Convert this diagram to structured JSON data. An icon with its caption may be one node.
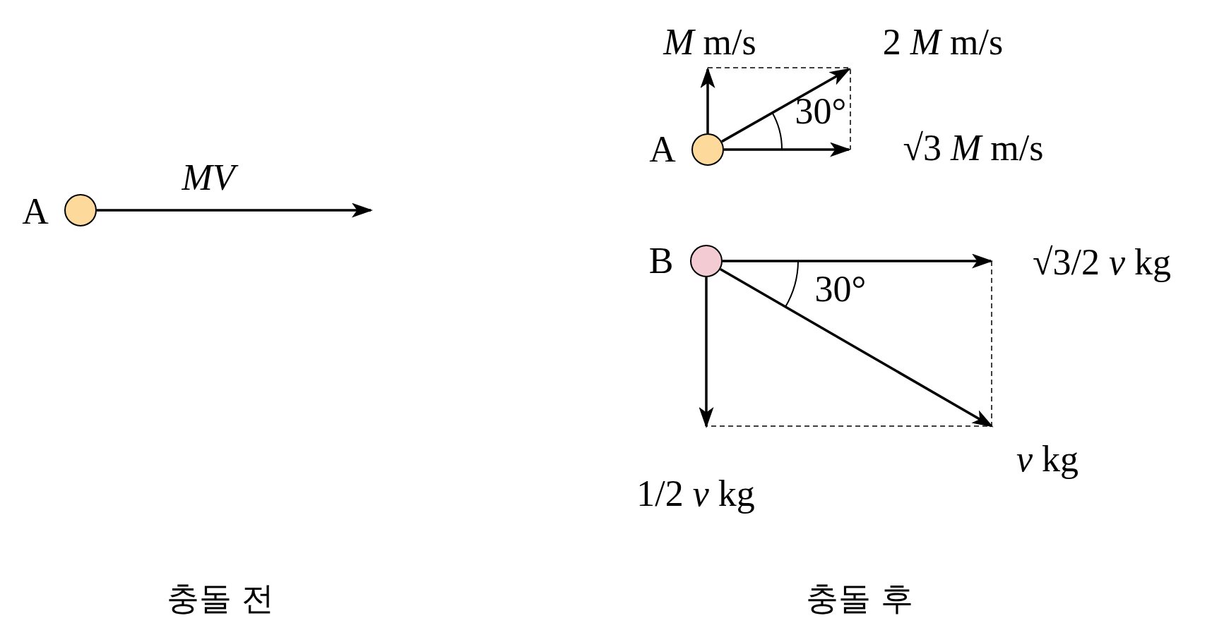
{
  "diagram": {
    "nodes": [
      {
        "text": [],
        "shape": "circle",
        "beside": [
          "A"
        ]
      },
      {
        "text": [],
        "shape": "circle",
        "beside": [
          "A"
        ]
      },
      {
        "text": [],
        "shape": "circle",
        "beside": [
          "B"
        ]
      }
    ],
    "edges": [
      {
        "from": 0,
        "to": null,
        "arrow": "to",
        "label": "MV"
      },
      {
        "from": 1,
        "to": null,
        "arrow": "to",
        "label": "*M* m/s"
      },
      {
        "from": 1,
        "to": null,
        "arrow": "to",
        "label": "2 *M* m/s"
      },
      {
        "from": 1,
        "to": null,
        "arrow": "to",
        "label": "√3 *M* m/s"
      },
      {
        "from": 2,
        "to": null,
        "arrow": "to",
        "label": "√3/2 *v* kg"
      },
      {
        "from": 2,
        "to": null,
        "arrow": "to",
        "label": "*v* kg"
      },
      {
        "from": 2,
        "to": null,
        "arrow": "to",
        "label": "1/2 *v* kg"
      }
    ],
    "labels": [
      "30°",
      "30°",
      "충돌 전",
      "충돌 후"
    ]
  }
}
